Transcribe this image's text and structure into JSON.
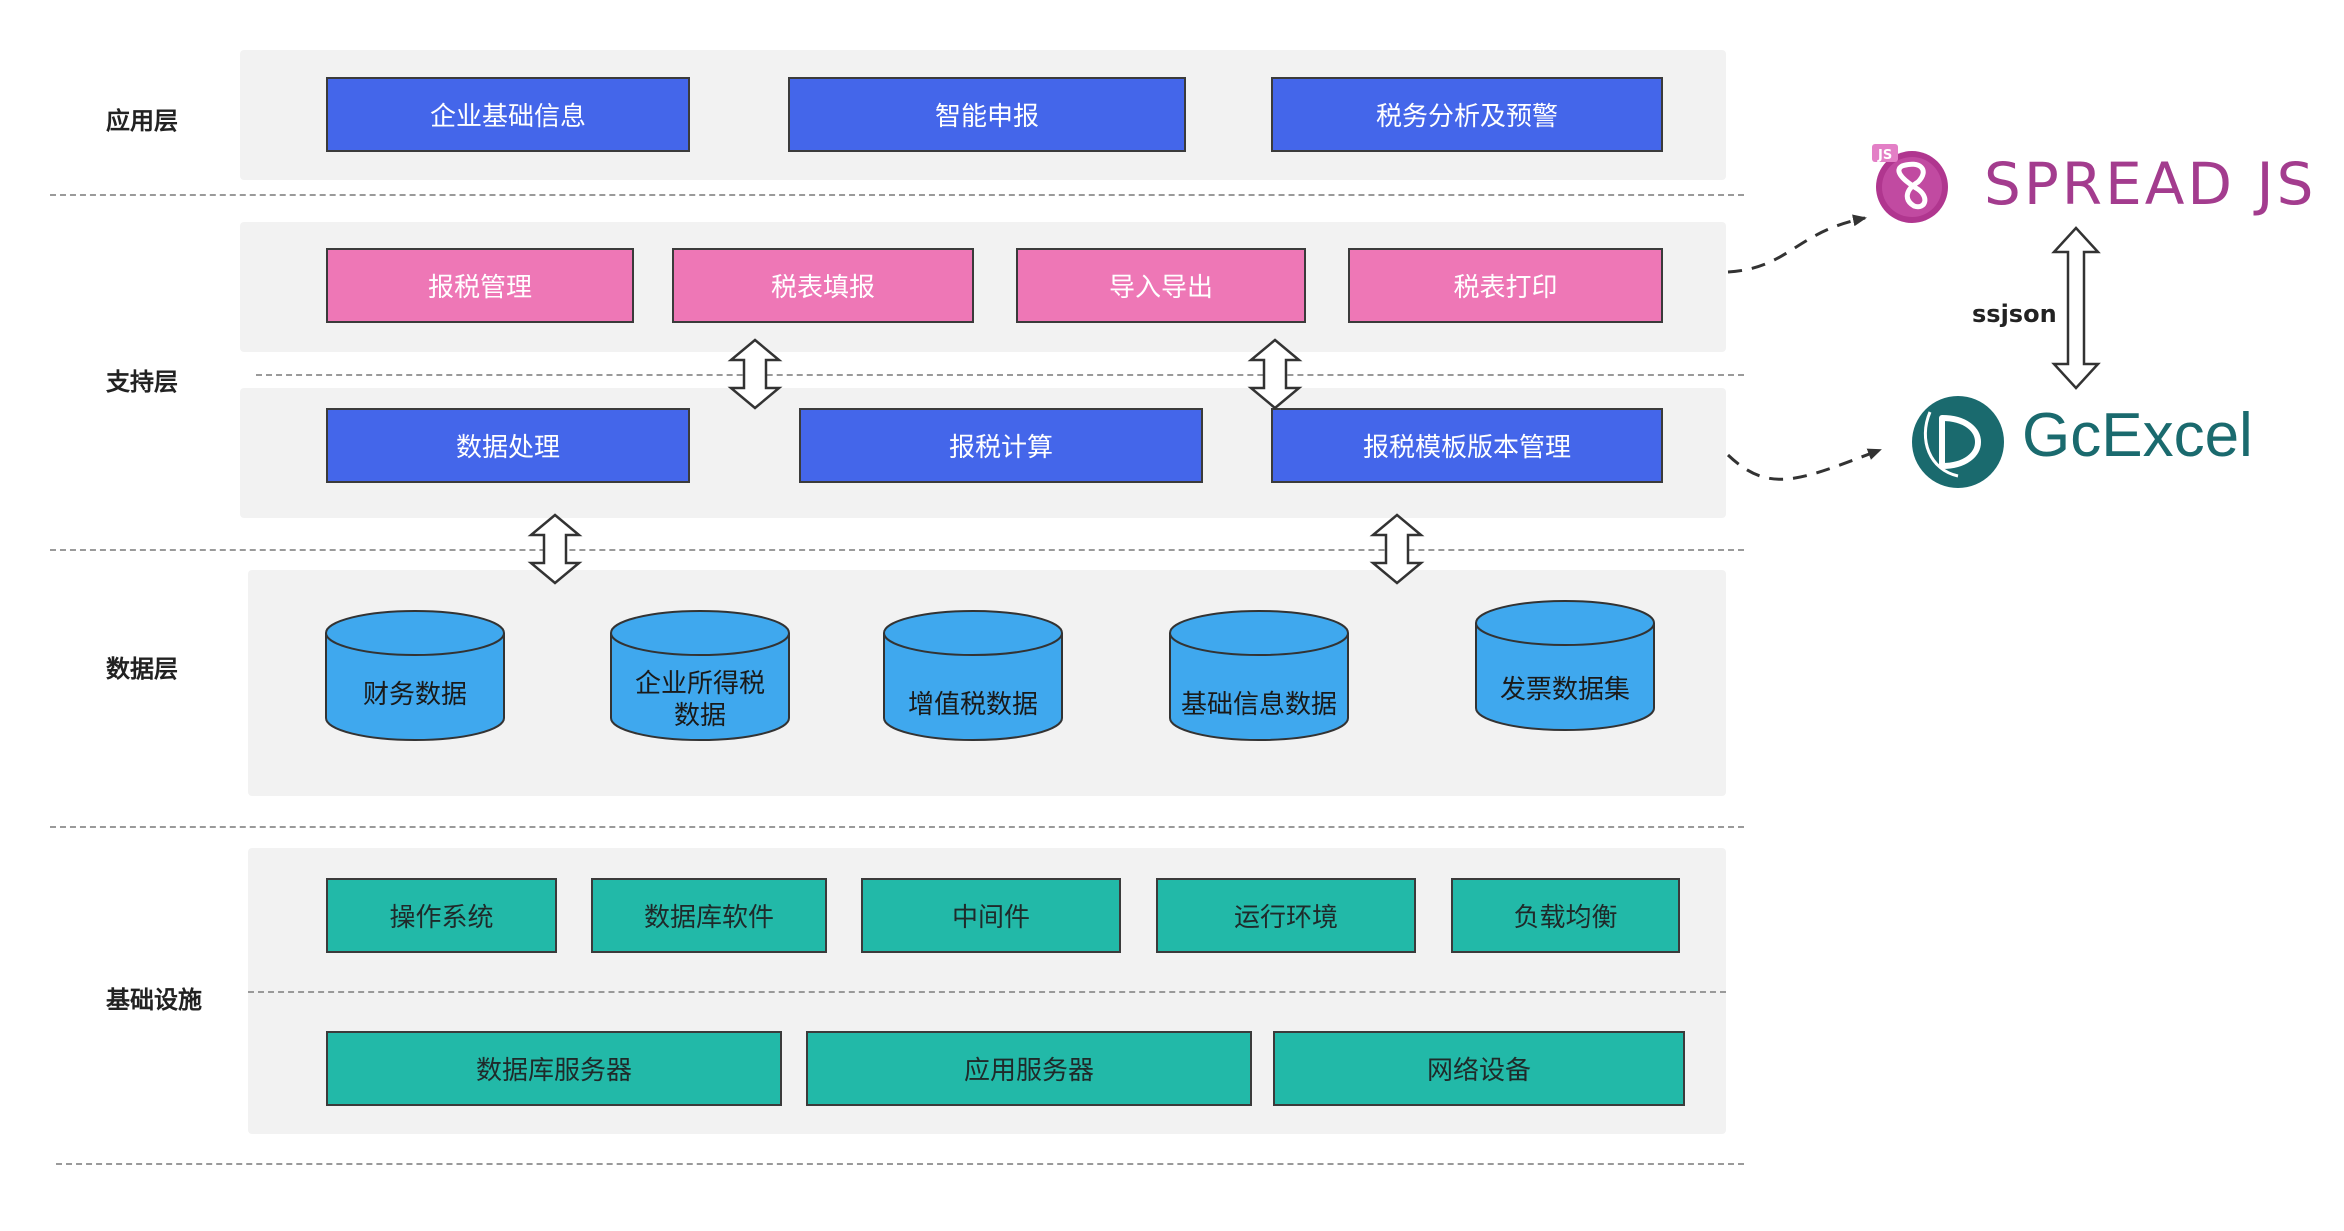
{
  "layers": {
    "application": {
      "label": "应用层",
      "items": [
        "企业基础信息",
        "智能申报",
        "税务分析及预警"
      ]
    },
    "support": {
      "label": "支持层",
      "upper_items": [
        "报税管理",
        "税表填报",
        "导入导出",
        "税表打印"
      ],
      "lower_items": [
        "数据处理",
        "报税计算",
        "报税模板版本管理"
      ]
    },
    "data": {
      "label": "数据层",
      "items": [
        "财务数据",
        "企业所得税数据",
        "增值税数据",
        "基础信息数据",
        "发票数据集"
      ]
    },
    "infrastructure": {
      "label": "基础设施",
      "upper_items": [
        "操作系统",
        "数据库软件",
        "中间件",
        "运行环境",
        "负载均衡"
      ],
      "lower_items": [
        "数据库服务器",
        "应用服务器",
        "网络设备"
      ]
    }
  },
  "products": {
    "spreadjs": {
      "badge": "JS",
      "name": "SPREAD JS",
      "color": "#a33c8e"
    },
    "gcexcel": {
      "name": "GcExcel",
      "color": "#1a6a6e"
    },
    "link_label": "ssjson"
  },
  "colors": {
    "blue": "#4466ea",
    "pink": "#ee77b6",
    "teal": "#22b9a8",
    "cylinder": "#3fa8ee",
    "panel": "#f2f2f2"
  }
}
